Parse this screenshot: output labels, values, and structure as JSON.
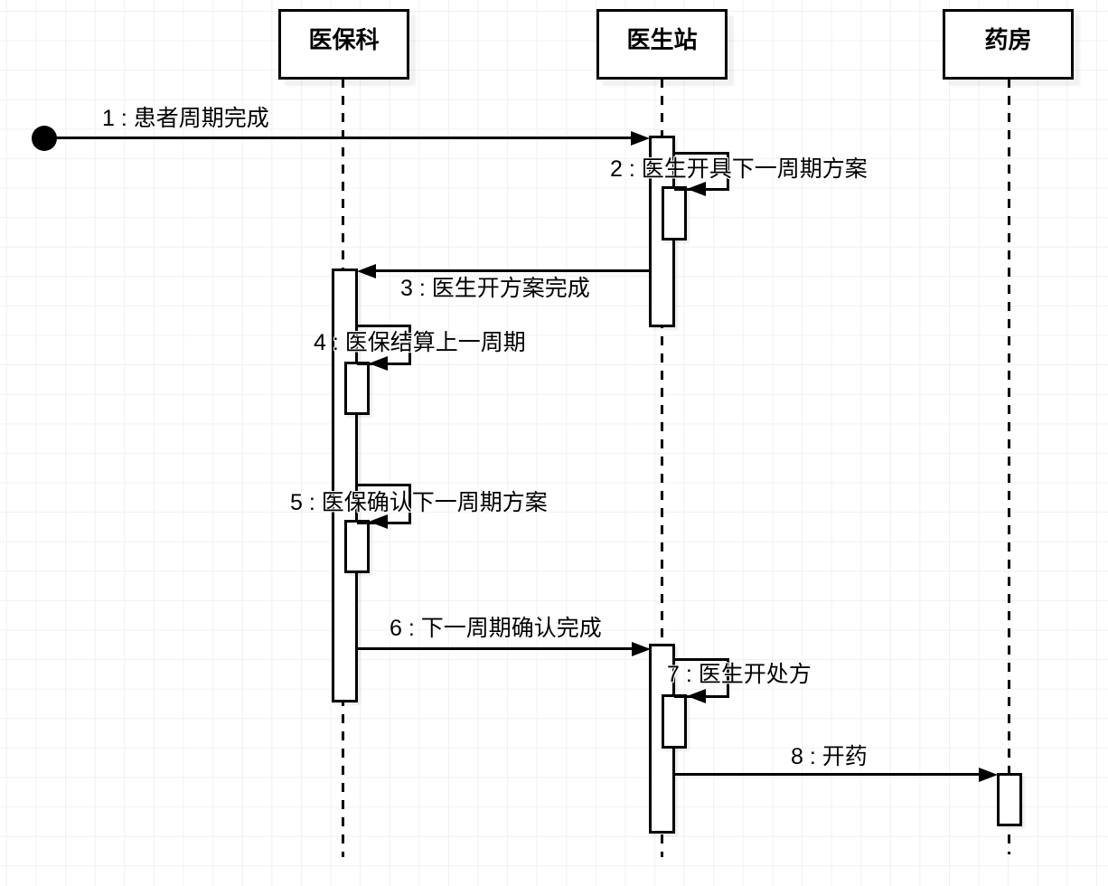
{
  "diagram": {
    "type": "uml-sequence-diagram",
    "colors": {
      "line": "#000000",
      "shape_fill": "#ffffff",
      "grid": "#eff1f4",
      "text": "#000000"
    },
    "actors": [
      {
        "id": "insurance-dept",
        "label": "医保科"
      },
      {
        "id": "doctor-station",
        "label": "医生站"
      },
      {
        "id": "pharmacy",
        "label": "药房"
      }
    ],
    "messages": [
      {
        "label": "1 : 患者周期完成",
        "from": "start",
        "to": "doctor-station",
        "kind": "straight"
      },
      {
        "label": "2 : 医生开具下一周期方案",
        "from": "doctor-station",
        "to": "doctor-station",
        "kind": "self"
      },
      {
        "label": "3 : 医生开方案完成",
        "from": "doctor-station",
        "to": "insurance-dept",
        "kind": "straight"
      },
      {
        "label": "4 : 医保结算上一周期",
        "from": "insurance-dept",
        "to": "insurance-dept",
        "kind": "self"
      },
      {
        "label": "5 : 医保确认下一周期方案",
        "from": "insurance-dept",
        "to": "insurance-dept",
        "kind": "self"
      },
      {
        "label": "6 : 下一周期确认完成",
        "from": "insurance-dept",
        "to": "doctor-station",
        "kind": "straight"
      },
      {
        "label": "7 : 医生开处方",
        "from": "doctor-station",
        "to": "doctor-station",
        "kind": "self"
      },
      {
        "label": "8 : 开药",
        "from": "doctor-station",
        "to": "pharmacy",
        "kind": "straight"
      }
    ]
  }
}
